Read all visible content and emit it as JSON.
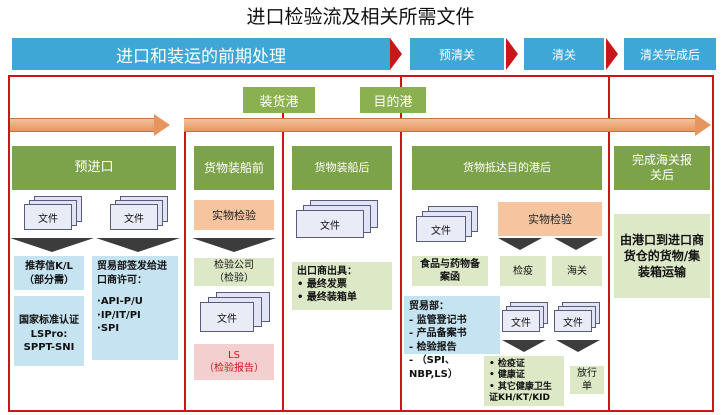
{
  "title": "进口检验流及相关所需文件",
  "phases": {
    "pre": "进口和装运的前期处理",
    "pre_clear": "预清关",
    "clear": "清关",
    "done": "清关完成后"
  },
  "ports": {
    "loading": "装货港",
    "destination": "目的港"
  },
  "stages": {
    "pre_import": "预进口",
    "before_loading": "货物装船前",
    "after_loading": "货物装船后",
    "arrival": "货物抵达目的港后",
    "customs_done": "完成海关报\n关后"
  },
  "doc_label": "文件",
  "pre_import": {
    "recommend": "推荐信K/L\n（部分需）",
    "license_title": "贸易部签发给进口商许可：",
    "license_items": [
      "API-P/U",
      "IP/IT/PI",
      "SPI"
    ],
    "national_std": "国家标准认证LSPro:",
    "sppt": "SPPT-SNI"
  },
  "before_loading": {
    "inspection": "实物检验",
    "company": "检验公司\n（检验）",
    "ls": "LS\n（检验报告）"
  },
  "after_loading": {
    "exporter": "出口商出具：",
    "items": [
      "最终发票",
      "最终装箱单"
    ]
  },
  "arrival": {
    "inspection": "实物检验",
    "food": "食品与药物备案函",
    "quarantine": "检疫",
    "customs": "海关",
    "trade_title": "贸易部：",
    "trade_items": [
      "监管登记书",
      "产品备案书",
      "检验报告",
      "（SPI、NBP,LS）"
    ],
    "certs": [
      "检疫证",
      "健康证",
      "其它健康卫生证KH/KT/KID"
    ],
    "release": "放行单"
  },
  "customs_done": {
    "transport": "由港口到进口商货仓的货物/集装箱运输"
  }
}
